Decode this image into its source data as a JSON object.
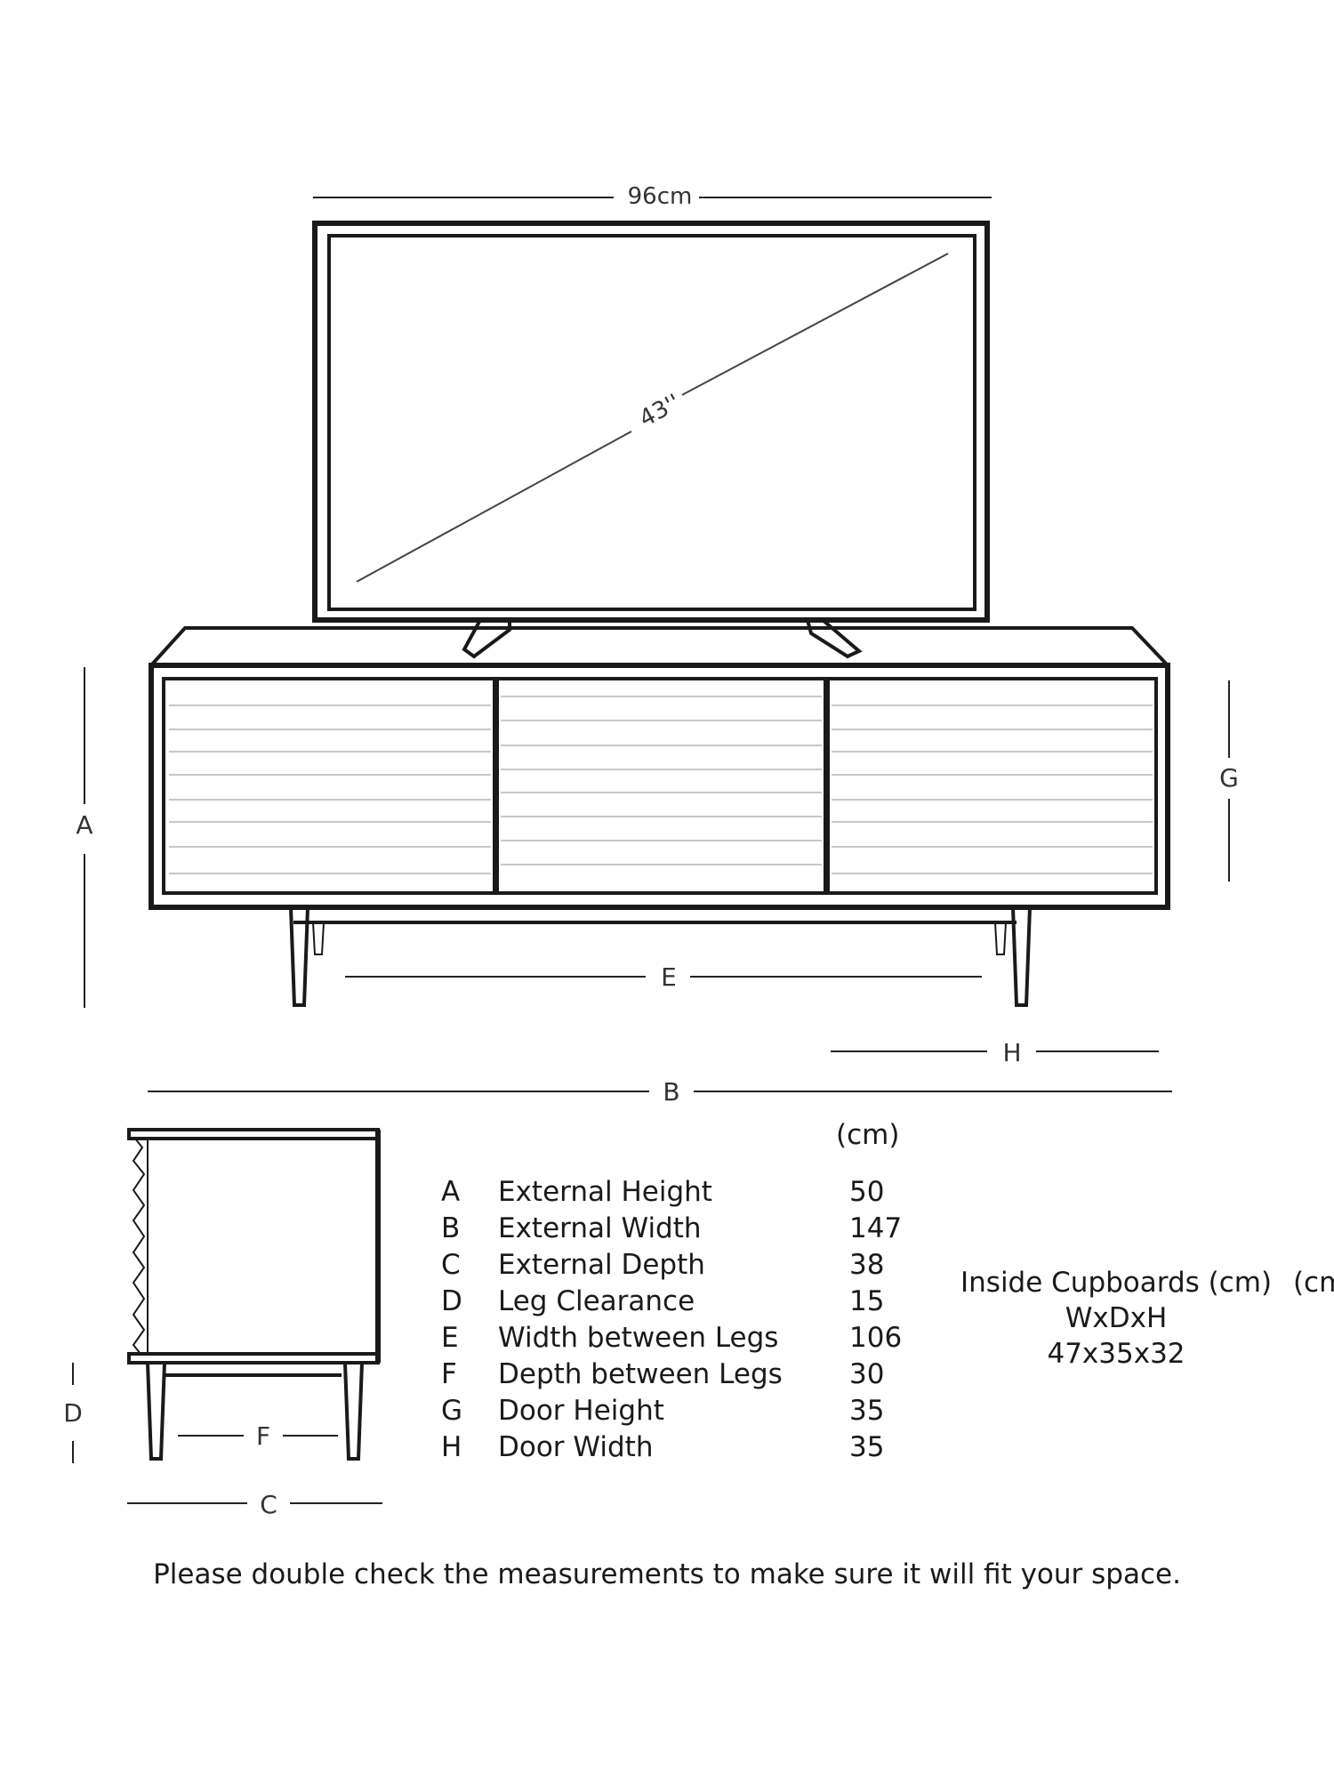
{
  "tv": {
    "width_label": "96cm",
    "diagonal_label": "43''"
  },
  "dimension_markers": {
    "a": "A",
    "b": "B",
    "c": "C",
    "d": "D",
    "e": "E",
    "f": "F",
    "g": "G",
    "h": "H"
  },
  "spec_table": {
    "unit_header": "(cm)",
    "rows": [
      {
        "letter": "A",
        "name": "External Height",
        "value": "50"
      },
      {
        "letter": "B",
        "name": "External Width",
        "value": "147"
      },
      {
        "letter": "C",
        "name": "External Depth",
        "value": "38"
      },
      {
        "letter": "D",
        "name": "Leg Clearance",
        "value": "15"
      },
      {
        "letter": "E",
        "name": "Width between Legs",
        "value": "106"
      },
      {
        "letter": "F",
        "name": "Depth between Legs",
        "value": "30"
      },
      {
        "letter": "G",
        "name": "Door Height",
        "value": "35"
      },
      {
        "letter": "H",
        "name": "Door Width",
        "value": "35"
      }
    ]
  },
  "inside_cupboards": {
    "title": "Inside Cupboards (cm)",
    "extra": "(cm",
    "format": "WxDxH",
    "value": "47x35x32"
  },
  "footer_note": "Please double check the measurements to make sure it will fit your space."
}
